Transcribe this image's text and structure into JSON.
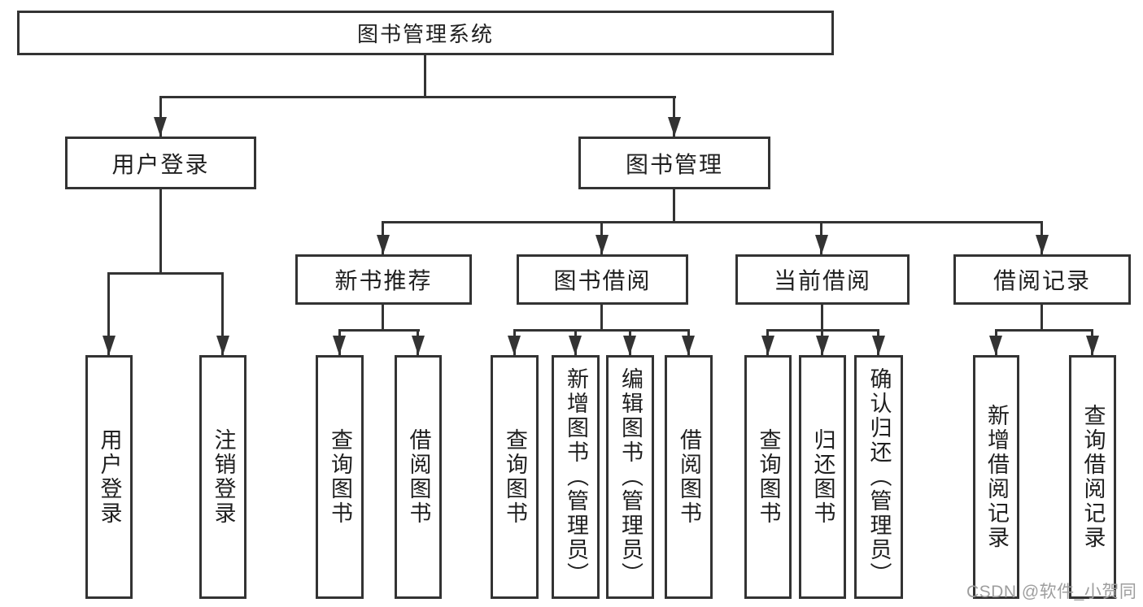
{
  "diagram": {
    "root": "图书管理系统",
    "branches": [
      {
        "label": "用户登录",
        "children": [
          "用户登录",
          "注销登录"
        ]
      },
      {
        "label": "图书管理",
        "sections": [
          {
            "label": "新书推荐",
            "children": [
              "查询图书",
              "借阅图书"
            ]
          },
          {
            "label": "图书借阅",
            "children": [
              "查询图书",
              "新增图书（管理员）",
              "编辑图书（管理员）",
              "借阅图书"
            ]
          },
          {
            "label": "当前借阅",
            "children": [
              "查询图书",
              "归还图书",
              "确认归还（管理员）"
            ]
          },
          {
            "label": "借阅记录",
            "children": [
              "新增借阅记录",
              "查询借阅记录"
            ]
          }
        ]
      }
    ]
  },
  "colors": {
    "line": "#333333",
    "text": "#1f1f1f",
    "box_background": "#ffffff",
    "page_background": "#ffffff",
    "watermark": "#9e9e9e"
  },
  "watermark": {
    "text": "CSDN @软件_小贺同学"
  }
}
